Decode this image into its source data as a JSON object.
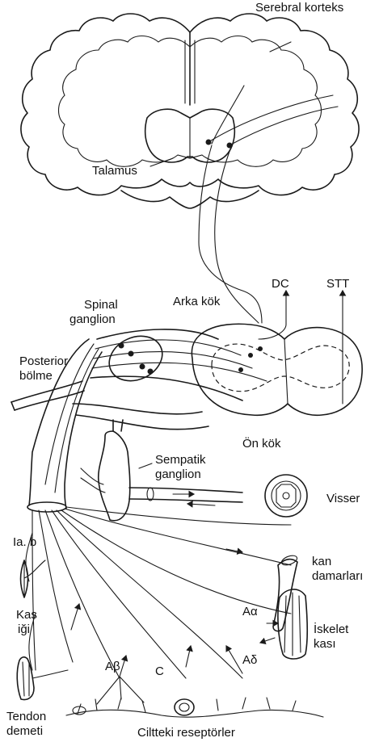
{
  "labels": {
    "serebral_korteks": "Serebral korteks",
    "talamus": "Talamus",
    "dc": "DC",
    "stt": "STT",
    "spinal_ganglion_1": "Spinal",
    "spinal_ganglion_2": "ganglion",
    "arka_kok": "Arka kök",
    "posterior_bolme_1": "Posterior",
    "posterior_bolme_2": "bölme",
    "on_kok": "Ön kök",
    "sempatik_ganglion_1": "Sempatik",
    "sempatik_ganglion_2": "ganglion",
    "visser": "Visser",
    "ia_b": "Ia. b",
    "kan_damarlari_1": "kan",
    "kan_damarlari_2": "damarları",
    "kas_igi_1": "Kas",
    "kas_igi_2": "iği",
    "a_alpha": "Aα",
    "iskelet_kasi_1": "İskelet",
    "iskelet_kasi_2": "kası",
    "a_beta": "Aβ",
    "c_fiber": "C",
    "a_delta": "Aδ",
    "tendon_demeti_1": "Tendon",
    "tendon_demeti_2": "demeti",
    "ciltteki_reseptorler": "Ciltteki reseptörler"
  }
}
